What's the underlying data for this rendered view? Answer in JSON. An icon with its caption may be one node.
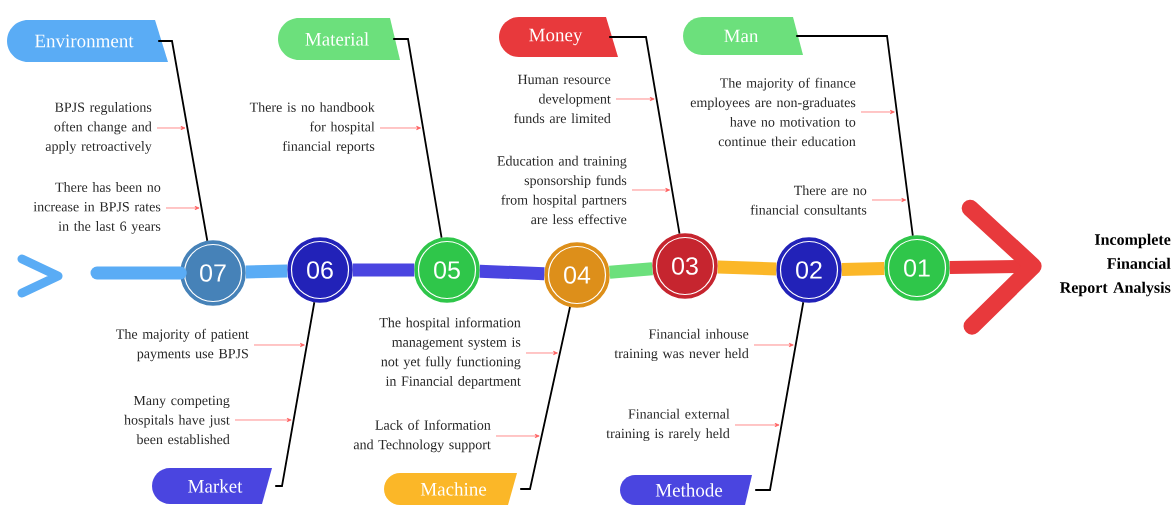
{
  "diagram": {
    "nodes": [
      {
        "text": [
          "Environment"
        ]
      },
      {
        "text": [
          "Material"
        ]
      },
      {
        "text": [
          "Money"
        ]
      },
      {
        "text": [
          "Man"
        ]
      },
      {
        "text": [
          "BPJS regulations often change and apply retroactively"
        ]
      },
      {
        "text": [
          "There has been no increase in BPJS rates in the last 6 years"
        ]
      },
      {
        "text": [
          "There is no handbook for hospital financial reports"
        ]
      },
      {
        "text": [
          "Human resource development funds are limited"
        ]
      },
      {
        "text": [
          "Education and training sponsorship funds from hospital partners are less effective"
        ]
      },
      {
        "text": [
          "The majority of finance employees are non-graduates have no motivation to continue their education"
        ]
      },
      {
        "text": [
          "There are no financial consultants"
        ]
      },
      {
        "text": [
          "07"
        ]
      },
      {
        "text": [
          "06"
        ]
      },
      {
        "text": [
          "05"
        ]
      },
      {
        "text": [
          "04"
        ]
      },
      {
        "text": [
          "03"
        ]
      },
      {
        "text": [
          "02"
        ]
      },
      {
        "text": [
          "01"
        ]
      },
      {
        "text": [
          "Incomplete Financial Report Analysis"
        ]
      },
      {
        "text": [
          "The majority of patient payments use BPJS"
        ]
      },
      {
        "text": [
          "Many competing hospitals have just been established"
        ]
      },
      {
        "text": [
          "The hospital information management system is not yet fully functioning in Financial department"
        ]
      },
      {
        "text": [
          "Lack of Information and Technology support"
        ]
      },
      {
        "text": [
          "Financial inhouse training was never held"
        ]
      },
      {
        "text": [
          "Financial external training is rarely held"
        ]
      },
      {
        "text": [
          "Market"
        ]
      },
      {
        "text": [
          "Machine"
        ]
      },
      {
        "text": [
          "Methode"
        ]
      }
    ],
    "edges": [
      {
        "from": null,
        "to": 11,
        "arrow": "none",
        "style": "thick",
        "color": "#5aacf5"
      },
      {
        "from": 11,
        "to": 12,
        "arrow": "none",
        "style": "thick",
        "color": "#5aacf5"
      },
      {
        "from": 12,
        "to": 13,
        "arrow": "none",
        "style": "thick",
        "color": "#4a45e0"
      },
      {
        "from": 13,
        "to": 14,
        "arrow": "none",
        "style": "thick",
        "color": "#4a45e0"
      },
      {
        "from": 14,
        "to": 15,
        "arrow": "none",
        "style": "thick",
        "color": "#6ce07c"
      },
      {
        "from": 15,
        "to": 16,
        "arrow": "none",
        "style": "thick",
        "color": "#fbb728"
      },
      {
        "from": 16,
        "to": 17,
        "arrow": "none",
        "style": "thick",
        "color": "#fbb728"
      },
      {
        "from": 17,
        "to": 18,
        "arrow": "to",
        "style": "thick",
        "color": "#e8393c"
      },
      {
        "from": 0,
        "to": 11,
        "arrow": "none",
        "color": "#000000"
      },
      {
        "from": 1,
        "to": 13,
        "arrow": "none",
        "color": "#000000"
      },
      {
        "from": 2,
        "to": 15,
        "arrow": "none",
        "color": "#000000"
      },
      {
        "from": 3,
        "to": 17,
        "arrow": "none",
        "color": "#000000"
      },
      {
        "from": 25,
        "to": 12,
        "arrow": "none",
        "color": "#000000"
      },
      {
        "from": 26,
        "to": 14,
        "arrow": "none",
        "color": "#000000"
      },
      {
        "from": 27,
        "to": 16,
        "arrow": "none",
        "color": "#000000"
      },
      {
        "from": 4,
        "to": null,
        "arrow": "to"
      },
      {
        "from": 5,
        "to": null,
        "arrow": "to"
      },
      {
        "from": 6,
        "to": null,
        "arrow": "to"
      },
      {
        "from": 7,
        "to": null,
        "arrow": "to"
      },
      {
        "from": 8,
        "to": null,
        "arrow": "to"
      },
      {
        "from": 9,
        "to": null,
        "arrow": "to"
      },
      {
        "from": 10,
        "to": null,
        "arrow": "to"
      },
      {
        "from": 19,
        "to": null,
        "arrow": "to"
      },
      {
        "from": 20,
        "to": null,
        "arrow": "to"
      },
      {
        "from": 21,
        "to": null,
        "arrow": "to"
      },
      {
        "from": 22,
        "to": null,
        "arrow": "to"
      },
      {
        "from": 23,
        "to": null,
        "arrow": "to"
      },
      {
        "from": 24,
        "to": null,
        "arrow": "to"
      }
    ]
  }
}
